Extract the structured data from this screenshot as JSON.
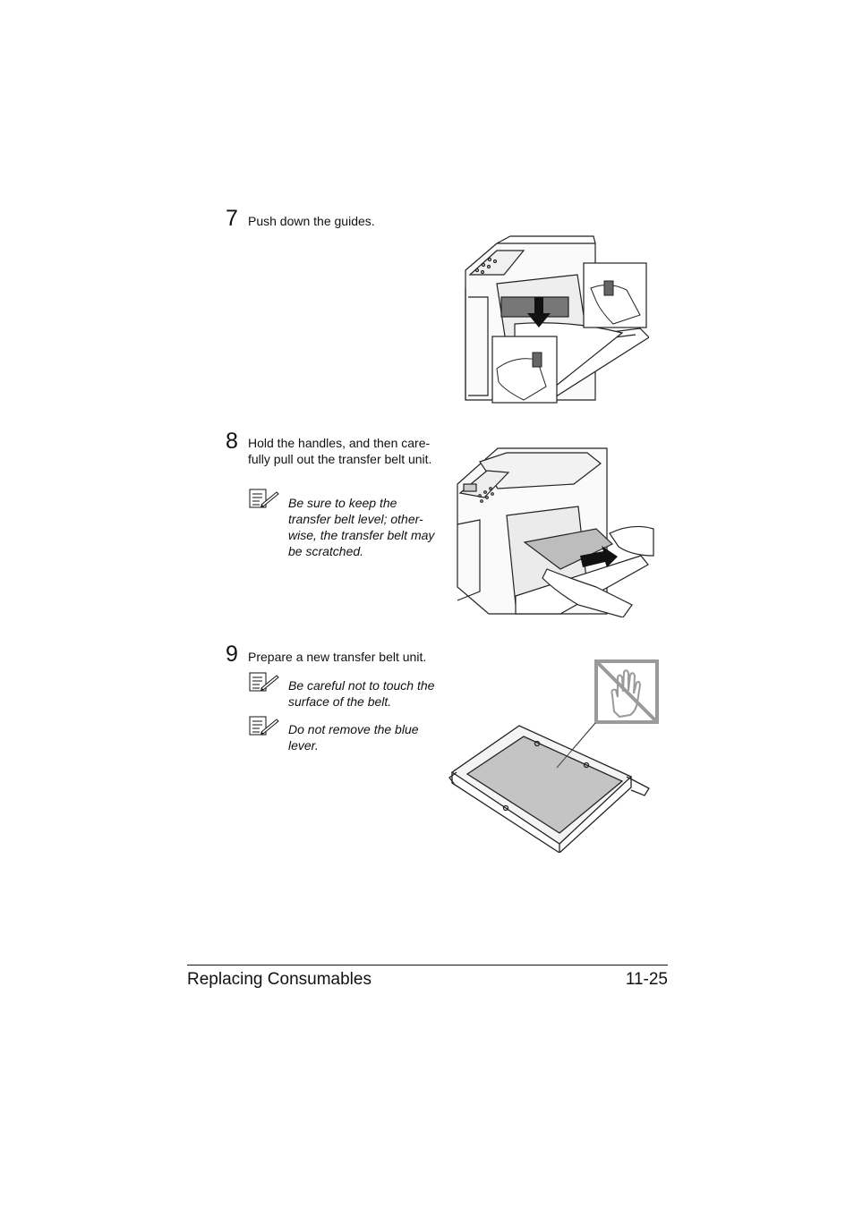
{
  "steps": [
    {
      "number": "7",
      "text": "Push down the guides.",
      "notes": []
    },
    {
      "number": "8",
      "text": "Hold the handles, and then care-fully pull out the transfer belt unit.",
      "notes": [
        "Be sure to keep the transfer belt level; other-wise, the transfer belt may be scratched."
      ]
    },
    {
      "number": "9",
      "text": "Prepare a new transfer belt unit.",
      "notes": [
        "Be careful not to touch the surface of the belt.",
        "Do not remove the blue lever."
      ]
    }
  ],
  "footer": {
    "section": "Replacing Consumables",
    "page": "11-25"
  },
  "icons": {
    "note": "note-pencil-icon",
    "no_touch": "no-touch-hand-icon"
  }
}
